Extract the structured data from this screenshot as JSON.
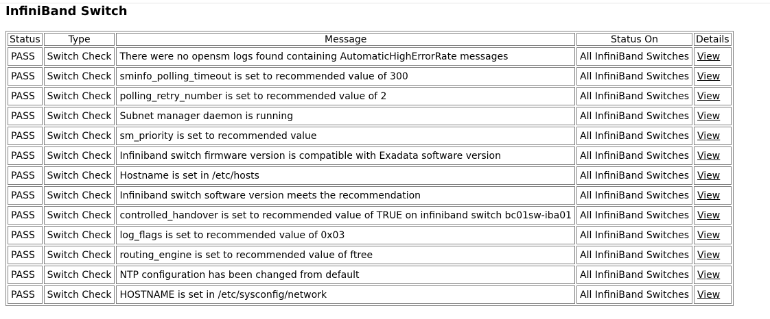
{
  "section_title": "InfiniBand Switch",
  "table": {
    "headers": {
      "status": "Status",
      "type": "Type",
      "message": "Message",
      "status_on": "Status On",
      "details": "Details"
    },
    "rows": [
      {
        "status": "PASS",
        "type": "Switch Check",
        "message": "There were no opensm logs found containing AutomaticHighErrorRate messages",
        "status_on": "All InfiniBand Switches",
        "details": "View"
      },
      {
        "status": "PASS",
        "type": "Switch Check",
        "message": "sminfo_polling_timeout is set to recommended value of 300",
        "status_on": "All InfiniBand Switches",
        "details": "View"
      },
      {
        "status": "PASS",
        "type": "Switch Check",
        "message": "polling_retry_number is set to recommended value of 2",
        "status_on": "All InfiniBand Switches",
        "details": "View"
      },
      {
        "status": "PASS",
        "type": "Switch Check",
        "message": "Subnet manager daemon is running",
        "status_on": "All InfiniBand Switches",
        "details": "View"
      },
      {
        "status": "PASS",
        "type": "Switch Check",
        "message": "sm_priority is set to recommended value",
        "status_on": "All InfiniBand Switches",
        "details": "View"
      },
      {
        "status": "PASS",
        "type": "Switch Check",
        "message": "Infiniband switch firmware version is compatible with Exadata software version",
        "status_on": "All InfiniBand Switches",
        "details": "View"
      },
      {
        "status": "PASS",
        "type": "Switch Check",
        "message": "Hostname is set in /etc/hosts",
        "status_on": "All InfiniBand Switches",
        "details": "View"
      },
      {
        "status": "PASS",
        "type": "Switch Check",
        "message": "Infiniband switch software version meets the recommendation",
        "status_on": "All InfiniBand Switches",
        "details": "View"
      },
      {
        "status": "PASS",
        "type": "Switch Check",
        "message": "controlled_handover is set to recommended value of TRUE on infiniband switch bc01sw-iba01",
        "status_on": "All InfiniBand Switches",
        "details": "View"
      },
      {
        "status": "PASS",
        "type": "Switch Check",
        "message": "log_flags is set to recommended value of 0x03",
        "status_on": "All InfiniBand Switches",
        "details": "View"
      },
      {
        "status": "PASS",
        "type": "Switch Check",
        "message": "routing_engine is set to recommended value of ftree",
        "status_on": "All InfiniBand Switches",
        "details": "View"
      },
      {
        "status": "PASS",
        "type": "Switch Check",
        "message": "NTP configuration has been changed from default",
        "status_on": "All InfiniBand Switches",
        "details": "View"
      },
      {
        "status": "PASS",
        "type": "Switch Check",
        "message": "HOSTNAME is set in /etc/sysconfig/network",
        "status_on": "All InfiniBand Switches",
        "details": "View"
      }
    ]
  }
}
